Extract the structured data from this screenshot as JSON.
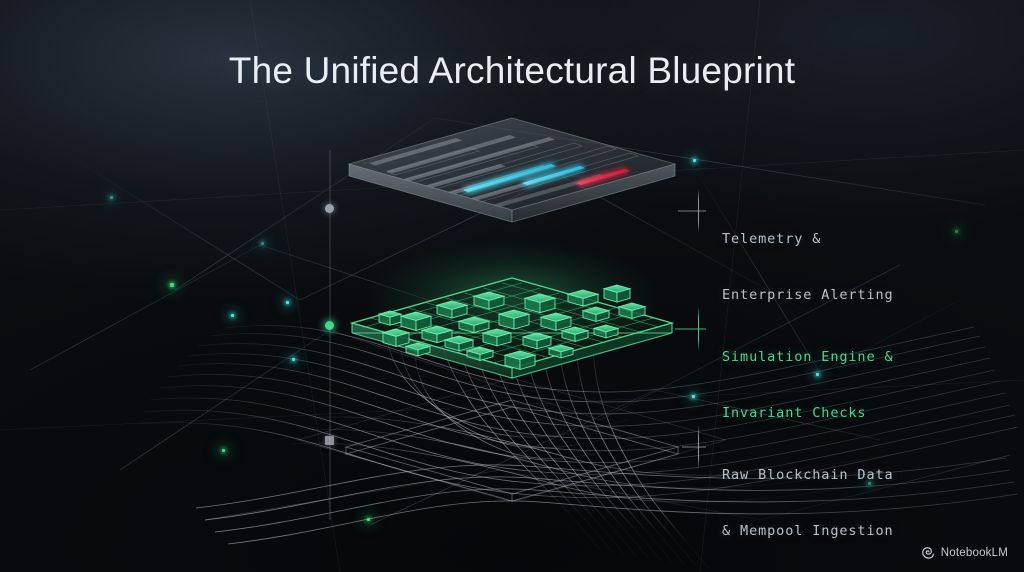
{
  "title": "The Unified Architectural Blueprint",
  "watermark": {
    "label": "NotebookLM",
    "icon": "notebooklm-spark-icon"
  },
  "colors": {
    "background_top": "#1b2128",
    "background_bottom": "#05070a",
    "accent_green": "#4fd68f",
    "accent_cyan": "#4dd8f0",
    "accent_red": "#e8334f",
    "text_gray": "#b9c2c9",
    "title": "#e9eef3"
  },
  "diagram": {
    "type": "isometric-stacked-layers",
    "layer_count": 3,
    "layers": [
      {
        "id": "telemetry",
        "order": 1,
        "position": "top",
        "label_line1": "Telemetry &",
        "label_line2": "Enterprise Alerting",
        "label_color": "#b9c2c9",
        "style": "translucent-gray-slab",
        "contents": "parallel signal tracks with two cyan highlight bars and one red alert bar",
        "track_count": 9,
        "highlights": [
          {
            "color": "#4dd8f0",
            "name": "cyan-signal-1"
          },
          {
            "color": "#4dd8f0",
            "name": "cyan-signal-2"
          },
          {
            "color": "#e8334f",
            "name": "red-alert-signal"
          }
        ]
      },
      {
        "id": "simulation",
        "order": 2,
        "position": "middle",
        "label_line1": "Simulation Engine &",
        "label_line2": "Invariant Checks",
        "label_color": "#4fd68f",
        "style": "green-wireframe-grid",
        "contents": "isometric grid plane populated with small glowing cubes",
        "grid_cells": 9,
        "cube_count": 22
      },
      {
        "id": "raw-data",
        "order": 3,
        "position": "bottom",
        "label_line1": "Raw Blockchain Data",
        "label_line2": "& Mempool Ingestion",
        "label_color": "#b9c2c9",
        "style": "thin-wireframe-slab",
        "contents": "dense flowing white filament data streams"
      }
    ],
    "connectors": "thin vertical beams linking the three layers"
  }
}
